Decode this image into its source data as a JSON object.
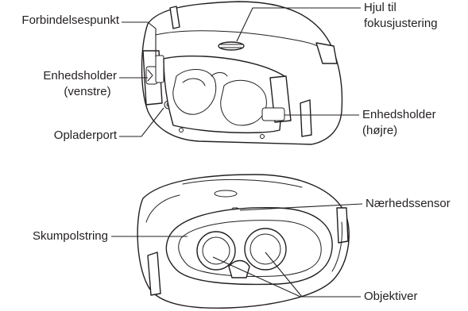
{
  "labels": {
    "connector": "Forbindelsespunkt",
    "holder_left_1": "Enhedsholder",
    "holder_left_2": "(venstre)",
    "charger_port": "Opladerport",
    "focus_wheel_1": "Hjul til",
    "focus_wheel_2": "fokusjustering",
    "holder_right_1": "Enhedsholder",
    "holder_right_2": "(højre)",
    "proximity_sensor": "Nærhedssensor",
    "foam_padding": "Skumpolstring",
    "lenses": "Objektiver"
  },
  "colors": {
    "line": "#231f20",
    "fill": "#ffffff"
  }
}
